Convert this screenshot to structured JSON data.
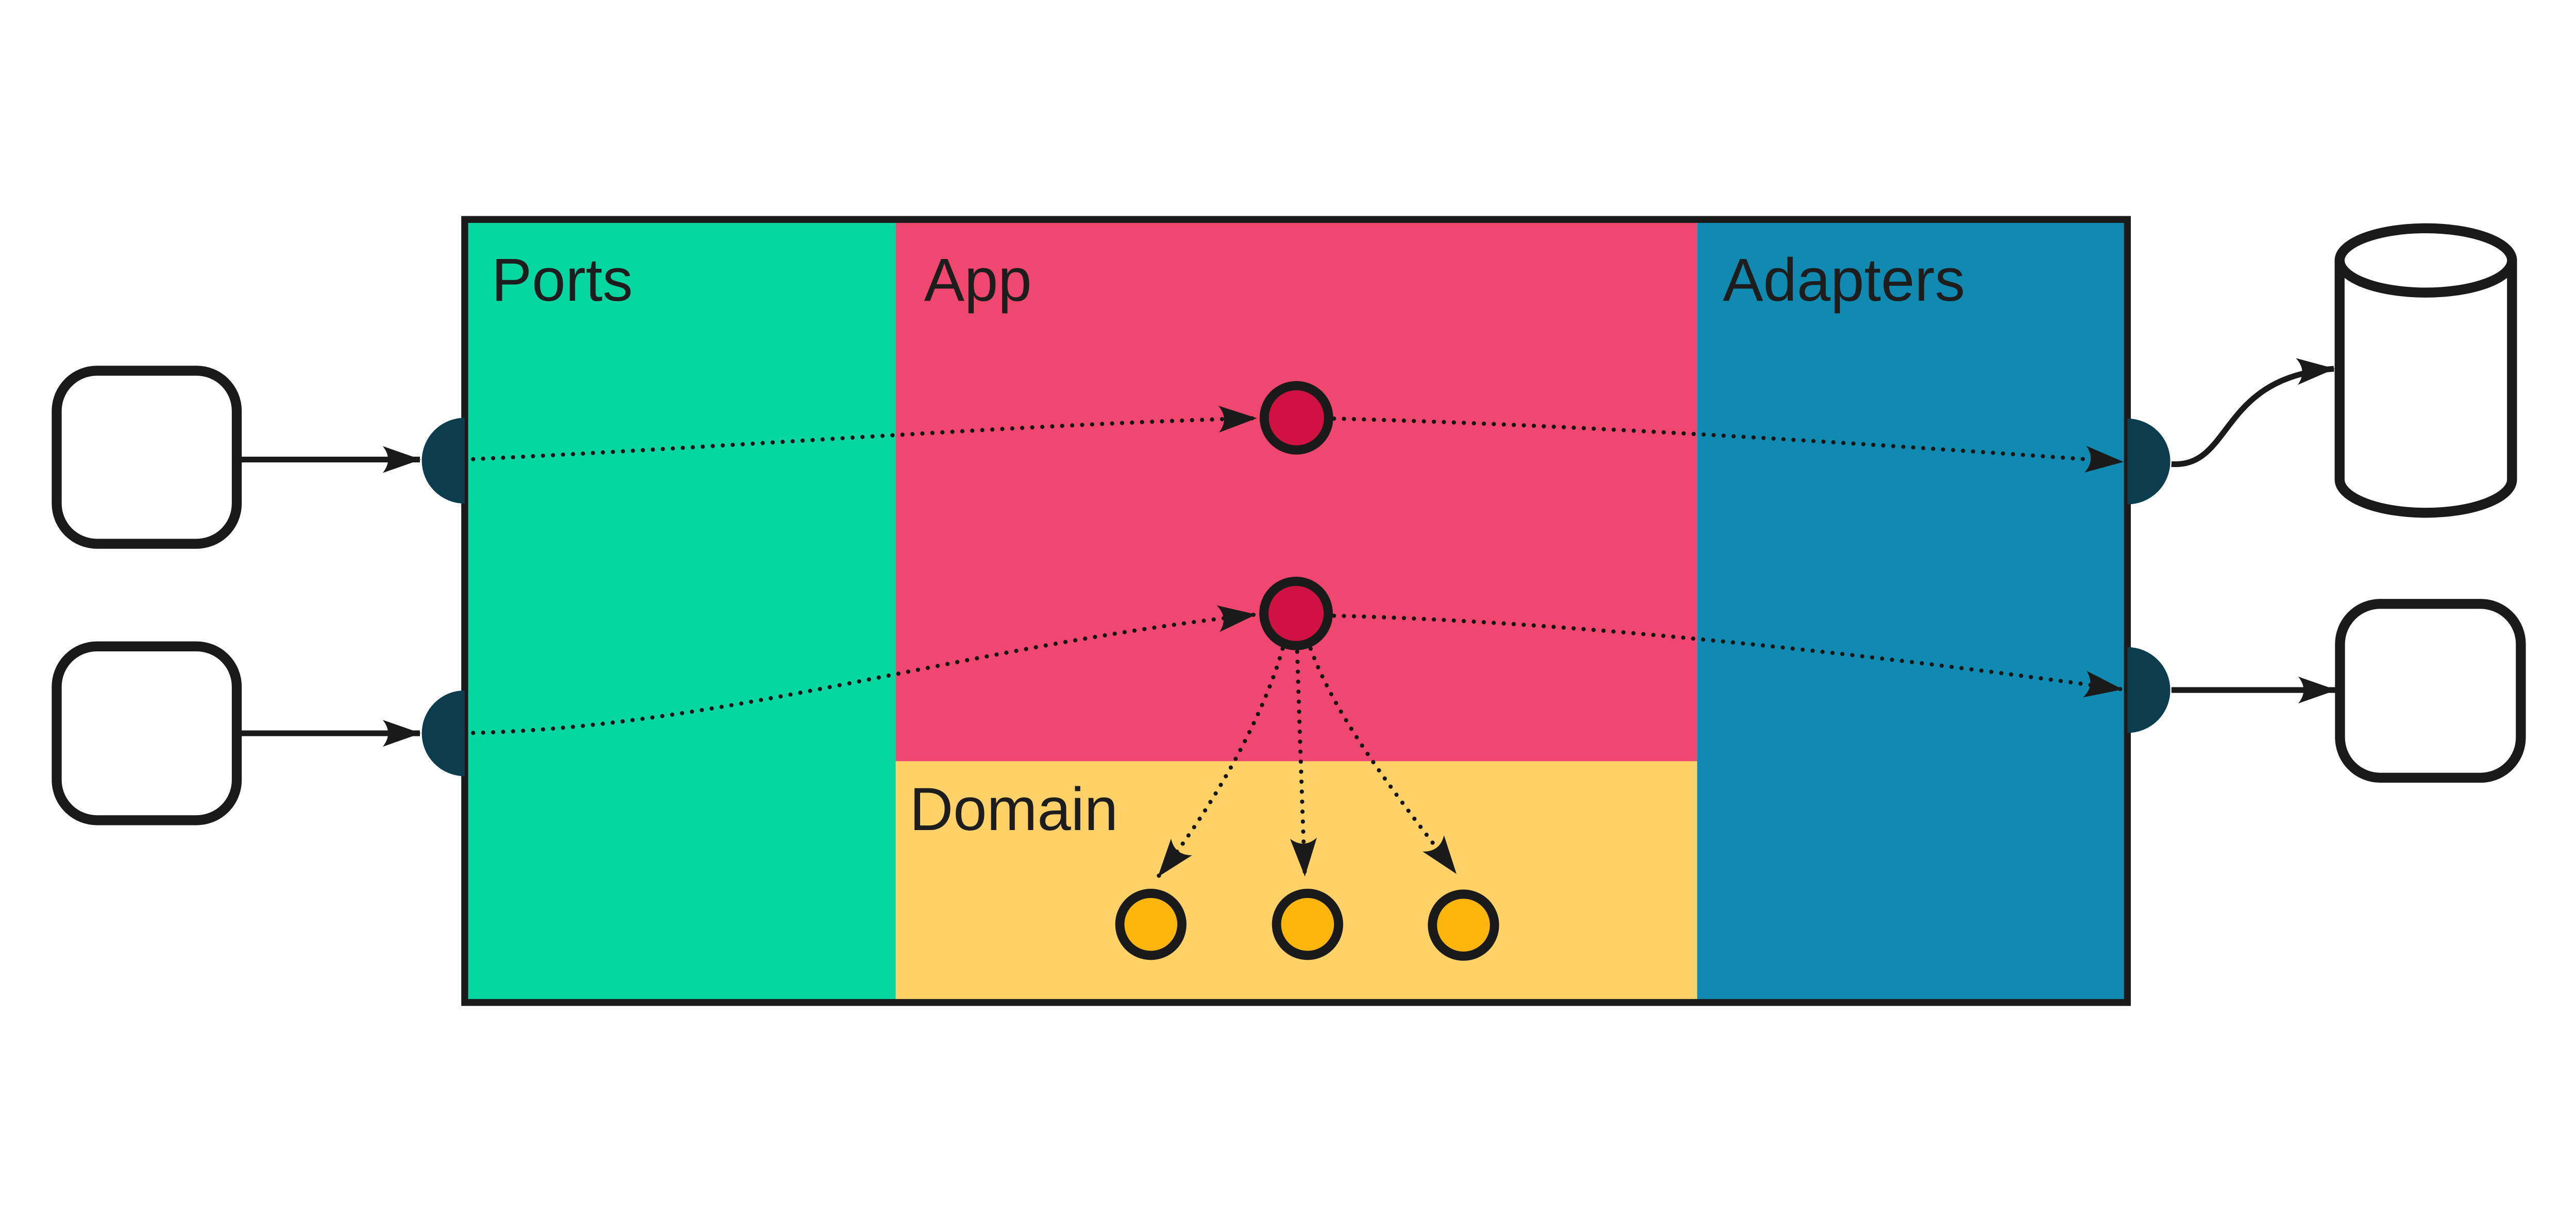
{
  "labels": {
    "ports": "Ports",
    "app": "App",
    "domain": "Domain",
    "adapters": "Adapters"
  },
  "colors": {
    "ports_section": "#06d6a0",
    "app_section": "#ef476f",
    "domain_section": "#ffd166",
    "adapters_section": "#118ab2",
    "port_node": "#0b3d4e",
    "app_node": "#d01243",
    "domain_node": "#fcb60b",
    "outline": "#1a1a1a",
    "background": "#ffffff"
  },
  "structure": {
    "port_count": 4,
    "app_node_count": 2,
    "domain_node_count": 3,
    "external_left_box_count": 2,
    "external_right_shapes": [
      "database-cylinder",
      "rounded-box"
    ]
  }
}
